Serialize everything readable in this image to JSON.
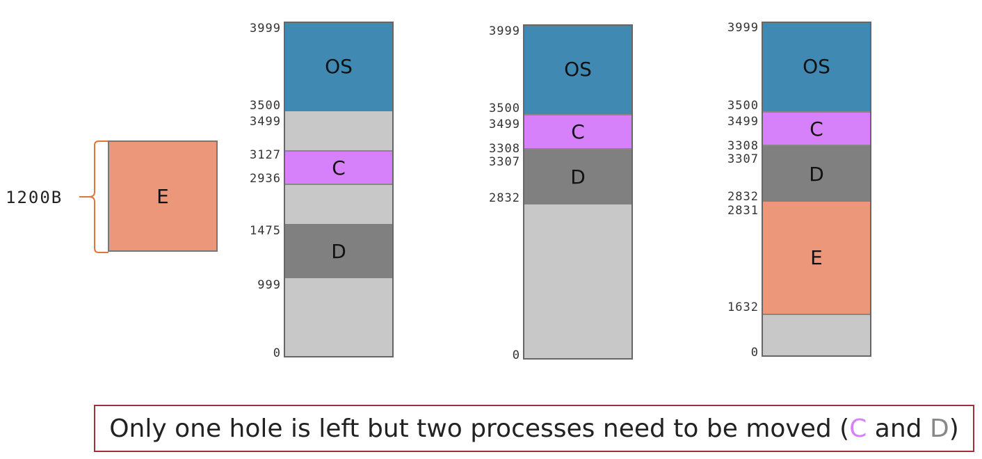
{
  "colors": {
    "os": "#3f89b3",
    "free": "#c8c8c8",
    "proc_c": "#d681f9",
    "proc_d": "#808080",
    "proc_e": "#ec977a",
    "caption_border": "#a0303a"
  },
  "incoming": {
    "label": "E",
    "size": "1200B"
  },
  "columns": [
    {
      "addresses": {
        "top": "3999",
        "os_bottom": "3500",
        "free_top": "3499",
        "c_top": "3127",
        "c_bottom": "2936",
        "d_top": "1475",
        "d_bottom": "999",
        "zero": "0"
      },
      "segments": {
        "os": "OS",
        "c": "C",
        "d": "D"
      }
    },
    {
      "addresses": {
        "top": "3999",
        "os_bottom": "3500",
        "c_top": "3499",
        "c_bottom": "3308",
        "d_top": "3307",
        "d_bottom": "2832",
        "zero": "0"
      },
      "segments": {
        "os": "OS",
        "c": "C",
        "d": "D"
      }
    },
    {
      "addresses": {
        "top": "3999",
        "os_bottom": "3500",
        "c_top": "3499",
        "c_bottom": "3308",
        "d_top": "3307",
        "d_bottom": "2832",
        "e_top": "2831",
        "e_bottom": "1632",
        "zero": "0"
      },
      "segments": {
        "os": "OS",
        "c": "C",
        "d": "D",
        "e": "E"
      }
    }
  ],
  "caption": {
    "prefix": "Only one hole is left but two processes need to be moved (",
    "c": "C",
    "mid": " and ",
    "d": "D",
    "suffix": ")"
  }
}
